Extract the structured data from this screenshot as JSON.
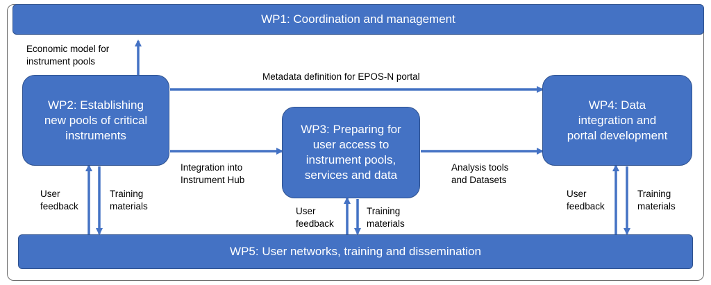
{
  "wp1": {
    "title": "WP1: Coordination and management"
  },
  "wp2": {
    "title": "WP2: Establishing\nnew pools of critical\ninstruments"
  },
  "wp3": {
    "title": "WP3: Preparing for\nuser access to\ninstrument pools,\nservices and data"
  },
  "wp4": {
    "title": "WP4: Data\nintegration and\nportal development"
  },
  "wp5": {
    "title": "WP5: User networks, training and dissemination"
  },
  "labels": {
    "economic_model": "Economic model for\ninstrument pools",
    "metadata": "Metadata definition for EPOS-N portal",
    "integration_hub": "Integration into\nInstrument Hub",
    "analysis_tools": "Analysis tools\nand Datasets",
    "wp2_user_feedback": "User\nfeedback",
    "wp2_training": "Training\nmaterials",
    "wp3_user_feedback": "User\nfeedback",
    "wp3_training": "Training\nmaterials",
    "wp4_user_feedback": "User\nfeedback",
    "wp4_training": "Training\nmaterials"
  },
  "colors": {
    "box_fill": "#4472c4",
    "box_border": "#2f528f",
    "arrow": "#4472c4",
    "frame": "#6f6f6f"
  }
}
